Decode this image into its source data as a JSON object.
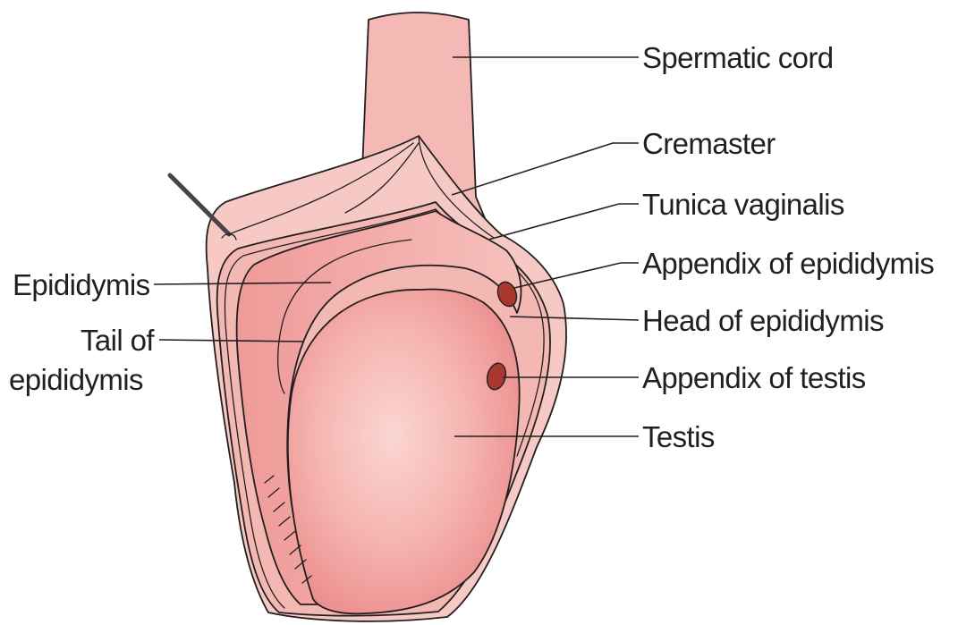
{
  "colors": {
    "tissue_light": "#f6c9c4",
    "tissue_mid": "#f2aaa6",
    "testis_center": "#fbd6d2",
    "testis_edge": "#ec8f8f",
    "appendix": "#a8382e",
    "outline": "#231f20"
  },
  "labels": {
    "spermatic_cord": "Spermatic cord",
    "cremaster": "Cremaster",
    "tunica_vaginalis": "Tunica vaginalis",
    "appendix_of_epididymis": "Appendix of epididymis",
    "head_of_epididymis": "Head of epididymis",
    "appendix_of_testis": "Appendix of testis",
    "testis": "Testis",
    "epididymis": "Epididymis",
    "tail_of_epididymis_line1": "Tail of",
    "tail_of_epididymis_line2": "epididymis"
  }
}
